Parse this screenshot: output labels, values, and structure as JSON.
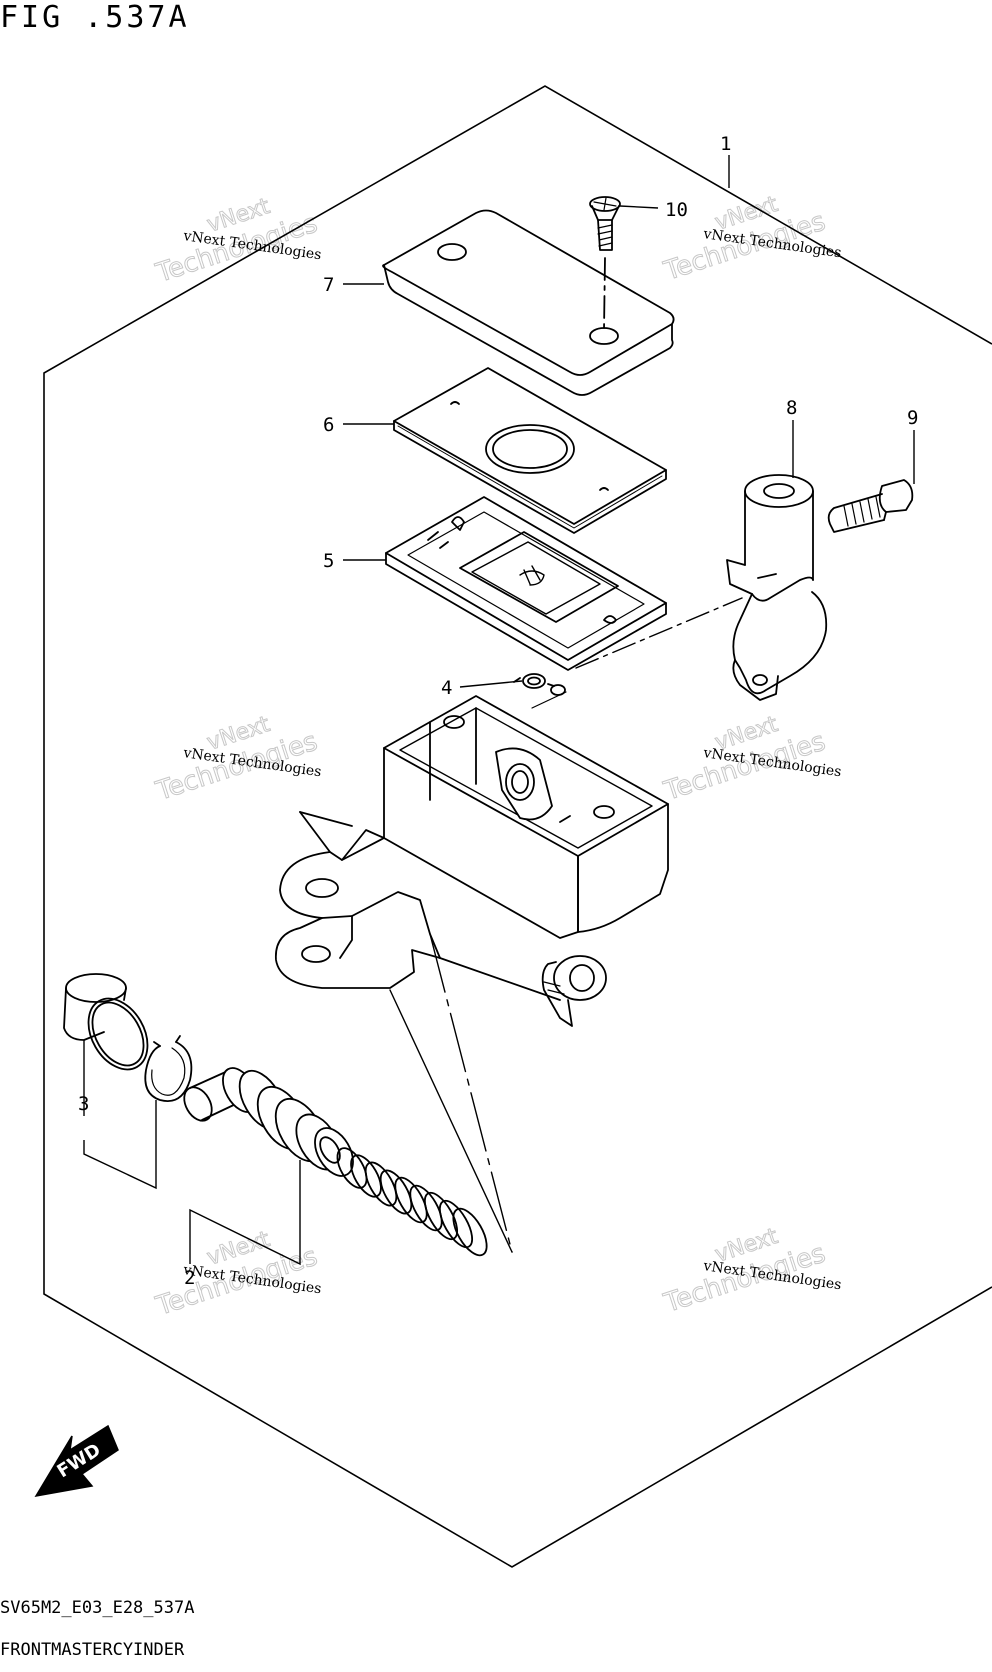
{
  "figure": {
    "title": "FIG .537A",
    "model_code": "SV65M2_E03_E28_537A",
    "assembly_name": "FRONTMASTERCYINDER"
  },
  "callouts": [
    "1",
    "2",
    "3",
    "4",
    "5",
    "6",
    "7",
    "8",
    "9",
    "10"
  ],
  "watermark": {
    "line1": "vNext Technologies",
    "line2": "vNext",
    "line3": "Technologies"
  },
  "direction_marker": "FWD"
}
